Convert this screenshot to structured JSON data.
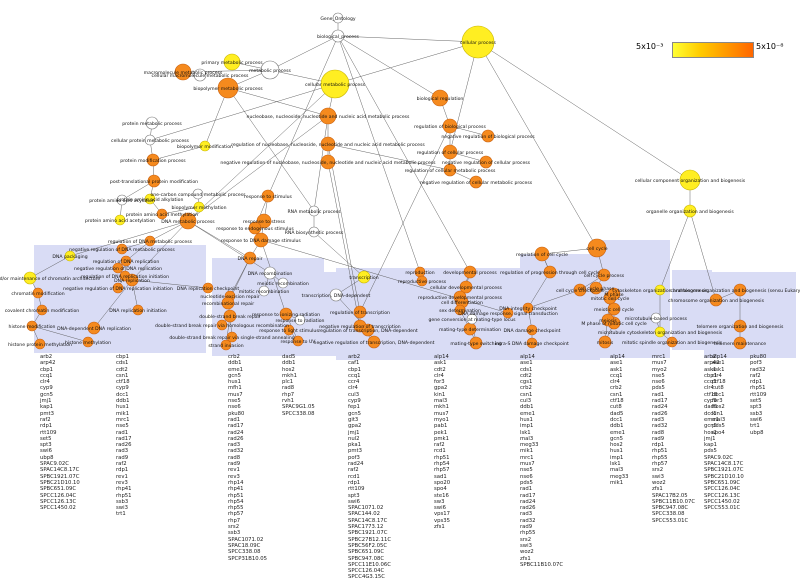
{
  "legend": {
    "low": "5x10⁻³",
    "high": "5x10⁻⁸"
  },
  "colors": {
    "cluster_bg": "#d9dcf5",
    "edge": "#555555",
    "low": "#ffff33",
    "high": "#ff6600"
  },
  "nodes": [
    {
      "id": "go",
      "label": "Gene_Ontology"
    },
    {
      "id": "bp",
      "label": "biological_process"
    },
    {
      "id": "cp",
      "label": "cellular process"
    },
    {
      "id": "mp",
      "label": "metabolic process"
    },
    {
      "id": "mmp",
      "label": "macromolecule metabolic process"
    },
    {
      "id": "pmp",
      "label": "primary metabolic process"
    },
    {
      "id": "cmmp",
      "label": "cellular macromolecule metabolic process"
    },
    {
      "id": "cmp",
      "label": "cellular metabolic process"
    },
    {
      "id": "bpm",
      "label": "biopolymer metabolic process"
    },
    {
      "id": "nnnamp",
      "label": "nucleobase, nucleoside, nucleotide and nucleic acid metabolic process"
    },
    {
      "id": "biorg",
      "label": "biological regulation"
    },
    {
      "id": "rbp",
      "label": "regulation of biological process"
    },
    {
      "id": "nrbp",
      "label": "negative regulation of biological process"
    },
    {
      "id": "protmp",
      "label": "protein metabolic process"
    },
    {
      "id": "cprotmp",
      "label": "cellular protein metabolic process"
    },
    {
      "id": "biomod",
      "label": "biopolymer modification"
    },
    {
      "id": "rnnn",
      "label": "regulation of nucleobase, nucleoside, nucleotide and nucleic acid metabolic process"
    },
    {
      "id": "nrnnn",
      "label": "negative regulation of nucleobase, nucleoside, nucleotide and nucleic acid metabolic process"
    },
    {
      "id": "rcp",
      "label": "regulation of cellular process"
    },
    {
      "id": "nrcp",
      "label": "negative regulation of cellular process"
    },
    {
      "id": "rcmp",
      "label": "regulation of cellular metabolic process"
    },
    {
      "id": "nrcmp",
      "label": "negative regulation of cellular metabolic process"
    },
    {
      "id": "protmod",
      "label": "protein modification process"
    },
    {
      "id": "ptpm",
      "label": "post-translational protein modification"
    },
    {
      "id": "ocmp",
      "label": "one-carbon compound metabolic process"
    },
    {
      "id": "protalk",
      "label": "protein amino acid alkylation"
    },
    {
      "id": "biometh",
      "label": "biopolymer methylation"
    },
    {
      "id": "protacyl",
      "label": "protein amino acid acylation"
    },
    {
      "id": "protmeth",
      "label": "protein amino acid methylation"
    },
    {
      "id": "protacet",
      "label": "protein amino acid acetylation"
    },
    {
      "id": "dnamp",
      "label": "DNA metabolic process"
    },
    {
      "id": "rts",
      "label": "response to stimulus"
    },
    {
      "id": "rstress",
      "label": "response to stress"
    },
    {
      "id": "rnamp",
      "label": "RNA metabolic process"
    },
    {
      "id": "rendo",
      "label": "response to endogenous stimulus"
    },
    {
      "id": "rnabio",
      "label": "RNA biosynthetic process"
    },
    {
      "id": "rdna",
      "label": "response to DNA damage stimulus"
    },
    {
      "id": "ccob",
      "label": "cellular component organization and biogenesis"
    },
    {
      "id": "oob",
      "label": "organelle organization and biogenesis"
    },
    {
      "id": "rdnamp",
      "label": "regulation of DNA metabolic process"
    },
    {
      "id": "nrdnamp",
      "label": "negative regulation of DNA metabolic process"
    },
    {
      "id": "dnapack",
      "label": "DNA packaging"
    },
    {
      "id": "rdnarep",
      "label": "regulation of DNA replication"
    },
    {
      "id": "nrdnarep",
      "label": "negative regulation of DNA replication"
    },
    {
      "id": "rdnarepinit",
      "label": "regulation of DNA replication initiation"
    },
    {
      "id": "nrdnarepinit",
      "label": "negative regulation of DNA replication initiation"
    },
    {
      "id": "estab",
      "label": "establishment and/or maintenance of chromatin architecture"
    },
    {
      "id": "chrommod",
      "label": "chromatin modification"
    },
    {
      "id": "covchrom",
      "label": "covalent chromatin modification"
    },
    {
      "id": "histmod",
      "label": "histone modification"
    },
    {
      "id": "histmeth",
      "label": "histone methylation"
    },
    {
      "id": "histprot",
      "label": "histone protein methylation"
    },
    {
      "id": "dnarep",
      "label": "DNA replication"
    },
    {
      "id": "dnarepinit",
      "label": "DNA replication initiation"
    },
    {
      "id": "dnadeprep",
      "label": "DNA-dependent DNA replication"
    },
    {
      "id": "dnarepcp",
      "label": "DNA replication checkpoint"
    },
    {
      "id": "nucexc",
      "label": "nucleotide-excision repair"
    },
    {
      "id": "dnarec",
      "label": "DNA recombination"
    },
    {
      "id": "meiorec",
      "label": "meiotic recombination"
    },
    {
      "id": "melement",
      "label": "mitotic recombination"
    },
    {
      "id": "recrepair",
      "label": "recombinational repair"
    },
    {
      "id": "dsbrepair",
      "label": "double-strand break repair"
    },
    {
      "id": "dsbhr",
      "label": "double-strand break repair via homologous recombination"
    },
    {
      "id": "dsbssa",
      "label": "double-strand break repair via single-strand annealing"
    },
    {
      "id": "resptoion",
      "label": "response to ionizing radiation"
    },
    {
      "id": "resplight",
      "label": "response to light stimulus"
    },
    {
      "id": "respradia",
      "label": "response to radiation"
    },
    {
      "id": "respuv",
      "label": "response to UV"
    },
    {
      "id": "strandinv",
      "label": "strand invasion"
    },
    {
      "id": "dnarepair",
      "label": "DNA repair"
    },
    {
      "id": "trans",
      "label": "transcription"
    },
    {
      "id": "transdna",
      "label": "transcription, DNA-dependent"
    },
    {
      "id": "rtrans",
      "label": "regulation of transcription"
    },
    {
      "id": "nrtrans",
      "label": "negative regulation of transcription"
    },
    {
      "id": "rtransdna",
      "label": "regulation of transcription, DNA-dependent"
    },
    {
      "id": "nrtransdna",
      "label": "negative regulation of transcription, DNA-dependent"
    },
    {
      "id": "reproduction",
      "label": "reproduction"
    },
    {
      "id": "reproproc",
      "label": "reproductive process"
    },
    {
      "id": "devproc",
      "label": "developmental process"
    },
    {
      "id": "celldev",
      "label": "cellular developmental process"
    },
    {
      "id": "repdevproc",
      "label": "reproductive developmental process"
    },
    {
      "id": "celldiff",
      "label": "cell differentiation"
    },
    {
      "id": "sexdet",
      "label": "sex determination"
    },
    {
      "id": "mtdet",
      "label": "mating-type determination"
    },
    {
      "id": "mtsw",
      "label": "mating-type switching"
    },
    {
      "id": "genetics",
      "label": "gene conversion at mating-type locus"
    },
    {
      "id": "dnaint",
      "label": "DNA integrity checkpoint"
    },
    {
      "id": "dnadamcp",
      "label": "DNA damage checkpoint"
    },
    {
      "id": "dnadamresp",
      "label": "DNA damage response, signal transduction"
    },
    {
      "id": "intras",
      "label": "intra-S DNA damage checkpoint"
    },
    {
      "id": "rcc",
      "label": "regulation of cell cycle"
    },
    {
      "id": "rprog",
      "label": "regulation of progression through cell cycle"
    },
    {
      "id": "cellcycle",
      "label": "cell cycle"
    },
    {
      "id": "cellcycleproc",
      "label": "cell cycle process"
    },
    {
      "id": "cellcyclecp",
      "label": "cell cycle checkpoint"
    },
    {
      "id": "cellcyclephase",
      "label": "cell cycle phase"
    },
    {
      "id": "mitcc",
      "label": "mitotic cell cycle"
    },
    {
      "id": "meiccycle",
      "label": "meiotic cell cycle"
    },
    {
      "id": "mphase",
      "label": "M phase"
    },
    {
      "id": "mphasemito",
      "label": "M phase of mitotic cell cycle"
    },
    {
      "id": "meiosis",
      "label": "meiosis"
    },
    {
      "id": "mitosis",
      "label": "mitosis"
    },
    {
      "id": "mitspind",
      "label": "mitotic spindle organization and biogenesis"
    },
    {
      "id": "cytoskel",
      "label": "cytoskeleton organization and biogenesis"
    },
    {
      "id": "mtcyto",
      "label": "microtubule cytoskeleton organization and biogenesis"
    },
    {
      "id": "mtbased",
      "label": "microtubule-based process"
    },
    {
      "id": "chromorg",
      "label": "chromosome organization and biogenesis"
    },
    {
      "id": "chromorgeuk",
      "label": "chromosome organization and biogenesis (sensu Eukaryota)"
    },
    {
      "id": "telorg",
      "label": "telomere organization and biogenesis"
    },
    {
      "id": "telmaint",
      "label": "telomere maintenance"
    }
  ],
  "gene_lists": [
    [
      "arb2",
      "arp42",
      "cbp1",
      "ccq1",
      "clr4",
      "cyp9",
      "gcn5",
      "jmj1",
      "kap1",
      "pmt3",
      "raf2",
      "rdp1",
      "rtt109",
      "set5",
      "spt3",
      "swi6",
      "ubp8",
      "SPAC9.02C",
      "SPAC14C8.17C",
      "SPBC1921.07C",
      "SPBC21D10.10",
      "SPBC651.09C",
      "SPCC126.04C",
      "SPCC126.13C",
      "SPCC1450.02"
    ],
    [
      "cbp1",
      "cds1",
      "cdt2",
      "csn1",
      "ctf18",
      "cyp9",
      "dcc1",
      "ddb1",
      "hus1",
      "mik1",
      "mrc1",
      "nse5",
      "rad1",
      "rad17",
      "rad26",
      "rad3",
      "rad9",
      "raf2",
      "rdp1",
      "rev1",
      "rev3",
      "rhp41",
      "rhp51",
      "ssb3",
      "swi3",
      "trt1"
    ],
    [
      "crb2",
      "ddb1",
      "eme1",
      "gcn5",
      "hus1",
      "mfh1",
      "mus7",
      "nse5",
      "nse6",
      "pku80",
      "rad1",
      "rad17",
      "rad24",
      "rad26",
      "rad3",
      "rad32",
      "rad8",
      "rad9",
      "rev1",
      "rev3",
      "rhp14",
      "rhp41",
      "rhp51",
      "rhp54",
      "rhp55",
      "rhp57",
      "rhp7",
      "srs2",
      "ssb3",
      "SPAC1071.02",
      "SPAC18.09C",
      "SPCC338.08",
      "SPCP31B10.05"
    ],
    [
      "dad5",
      "ddb1",
      "hos2",
      "mkh1",
      "plc1",
      "rad8",
      "rhp7",
      "rvh1",
      "SPAC9G1.05",
      "SPCC338.08"
    ],
    [
      "arb2",
      "caf1",
      "cbp1",
      "ccq1",
      "ccr4",
      "clr4",
      "cul3",
      "cyp9",
      "fep1",
      "gcn5",
      "git3",
      "gpa2",
      "jmj1",
      "nul2",
      "pka1",
      "pmt3",
      "pof3",
      "rad24",
      "raf2",
      "rcd1",
      "rdp1",
      "rtt109",
      "spt3",
      "swi6",
      "SPAC1071.02",
      "SPAC144.02",
      "SPAC14C8.17C",
      "SPAC1773.12",
      "SPBC1921.07C",
      "SPBC27B12.11C",
      "SPBC56F2.05C",
      "SPBC651.09C",
      "SPBC947.08C",
      "SPCC11E10.06C",
      "SPCC126.04C",
      "SPCC4G3.15C"
    ],
    [
      "alp14",
      "ask1",
      "cdt2",
      "clr4",
      "for3",
      "gpa2",
      "kin1",
      "mal3",
      "mkh1",
      "mus7",
      "myo1",
      "pab1",
      "pek1",
      "pmk1",
      "raf2",
      "rcd1",
      "rhp51",
      "rhp54",
      "rhp57",
      "sad1",
      "spo20",
      "spo4",
      "ste16",
      "sw3",
      "swi6",
      "vps17",
      "vps35",
      "zfs1"
    ],
    [
      "alp14",
      "ase1",
      "cds1",
      "cdt2",
      "cgs1",
      "crb2",
      "csn1",
      "cul3",
      "ddb1",
      "eme1",
      "hus1",
      "imp1",
      "lsk1",
      "mal3",
      "meg33",
      "mik1",
      "mrc1",
      "mus7",
      "nse5",
      "nse6",
      "pds5",
      "rad1",
      "rad17",
      "rad24",
      "rad26",
      "rad3",
      "rad32",
      "rad9",
      "rhp55",
      "srs2",
      "swi3",
      "woz2",
      "zfs1",
      "SPBC11B10.07C"
    ],
    [
      "alp14",
      "ase1",
      "ask1",
      "ccq1",
      "clr4",
      "crb2",
      "csn1",
      "ctf18",
      "cut8",
      "dad5",
      "dcc1",
      "ddb1",
      "eme1",
      "gcn5",
      "hos2",
      "hus1",
      "imp1",
      "lsk1",
      "mal3",
      "meg33",
      "mik1"
    ],
    [
      "mrc1",
      "mus7",
      "myo2",
      "nse5",
      "nse6",
      "pds5",
      "rad1",
      "rad17",
      "rad24",
      "rad26",
      "rad3",
      "rad32",
      "rad8",
      "rad9",
      "rdp1",
      "rhp51",
      "rhp55",
      "rhp57",
      "srs2",
      "swi3",
      "woz2",
      "zfs1",
      "SPAC17B2.05",
      "SPBC11B10.07C",
      "SPBC947.08C",
      "SPCC338.08",
      "SPCC553.01C"
    ],
    [
      "alp14",
      "ase1",
      "ask1",
      "clr4",
      "ctf18",
      "cut8",
      "dcc1",
      "for3",
      "hos2",
      "kin1",
      "mal3",
      "pds5",
      "spo4"
    ],
    [
      "arb2",
      "arp42",
      "ask1",
      "cbp1",
      "ccq1",
      "clr4",
      "ctf18",
      "cyp9",
      "dad5",
      "dcc1",
      "eme1",
      "gcn5",
      "hos2",
      "jmj1",
      "kap1",
      "pds5",
      "SPAC9.02C",
      "SPAC14C8.17C",
      "SPBC1921.07C",
      "SPBC21D10.10",
      "SPBC651.09C",
      "SPCC126.04C",
      "SPCC126.13C",
      "SPCC1450.02",
      "SPCC553.01C"
    ],
    [
      "pku80",
      "pof3",
      "rad32",
      "raf2",
      "rdp1",
      "rhp51",
      "rtt109",
      "set5",
      "spt3",
      "ssb3",
      "swi6",
      "trt1",
      "ubp8"
    ]
  ]
}
